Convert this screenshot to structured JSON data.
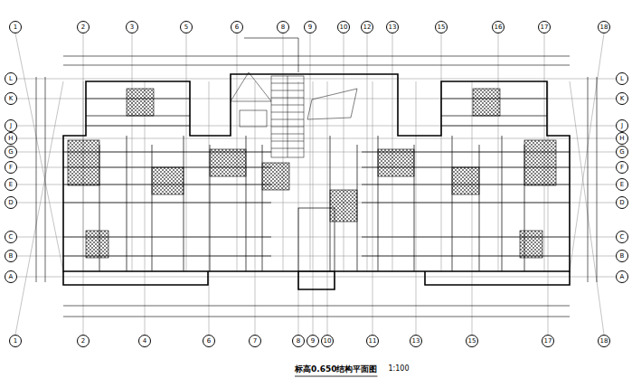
{
  "diagram": {
    "title": "标高0.650结构平面图",
    "nodes": [
      {
        "text": [
          "1"
        ]
      },
      {
        "text": [
          "2"
        ]
      },
      {
        "text": [
          "3"
        ]
      },
      {
        "text": [
          "5"
        ]
      },
      {
        "text": [
          "6"
        ]
      },
      {
        "text": [
          "8"
        ]
      },
      {
        "text": [
          "9"
        ]
      },
      {
        "text": [
          "10"
        ]
      },
      {
        "text": [
          "12"
        ]
      },
      {
        "text": [
          "13"
        ]
      },
      {
        "text": [
          "15"
        ]
      },
      {
        "text": [
          "16"
        ]
      },
      {
        "text": [
          "17"
        ]
      },
      {
        "text": [
          "18"
        ]
      },
      {
        "text": [
          "1"
        ]
      },
      {
        "text": [
          "2"
        ]
      },
      {
        "text": [
          "4"
        ]
      },
      {
        "text": [
          "6"
        ]
      },
      {
        "text": [
          "7"
        ]
      },
      {
        "text": [
          "8"
        ]
      },
      {
        "text": [
          "9"
        ]
      },
      {
        "text": [
          "10"
        ]
      },
      {
        "text": [
          "11"
        ]
      },
      {
        "text": [
          "13"
        ]
      },
      {
        "text": [
          "15"
        ]
      },
      {
        "text": [
          "17"
        ]
      },
      {
        "text": [
          "18"
        ]
      },
      {
        "text": [
          "A"
        ]
      },
      {
        "text": [
          "B"
        ]
      },
      {
        "text": [
          "C"
        ]
      },
      {
        "text": [
          "D"
        ]
      },
      {
        "text": [
          "E"
        ]
      },
      {
        "text": [
          "F"
        ]
      },
      {
        "text": [
          "G"
        ]
      },
      {
        "text": [
          "H"
        ]
      },
      {
        "text": [
          "J"
        ]
      },
      {
        "text": [
          "K"
        ]
      },
      {
        "text": [
          "L"
        ]
      },
      {
        "text": [
          "A"
        ]
      },
      {
        "text": [
          "B"
        ]
      },
      {
        "text": [
          "C"
        ]
      },
      {
        "text": [
          "D"
        ]
      },
      {
        "text": [
          "E"
        ]
      },
      {
        "text": [
          "F"
        ]
      },
      {
        "text": [
          "G"
        ]
      },
      {
        "text": [
          "H"
        ]
      },
      {
        "text": [
          "J"
        ]
      },
      {
        "text": [
          "K"
        ]
      },
      {
        "text": [
          "L"
        ]
      }
    ],
    "labels": [
      "1:100"
    ]
  }
}
